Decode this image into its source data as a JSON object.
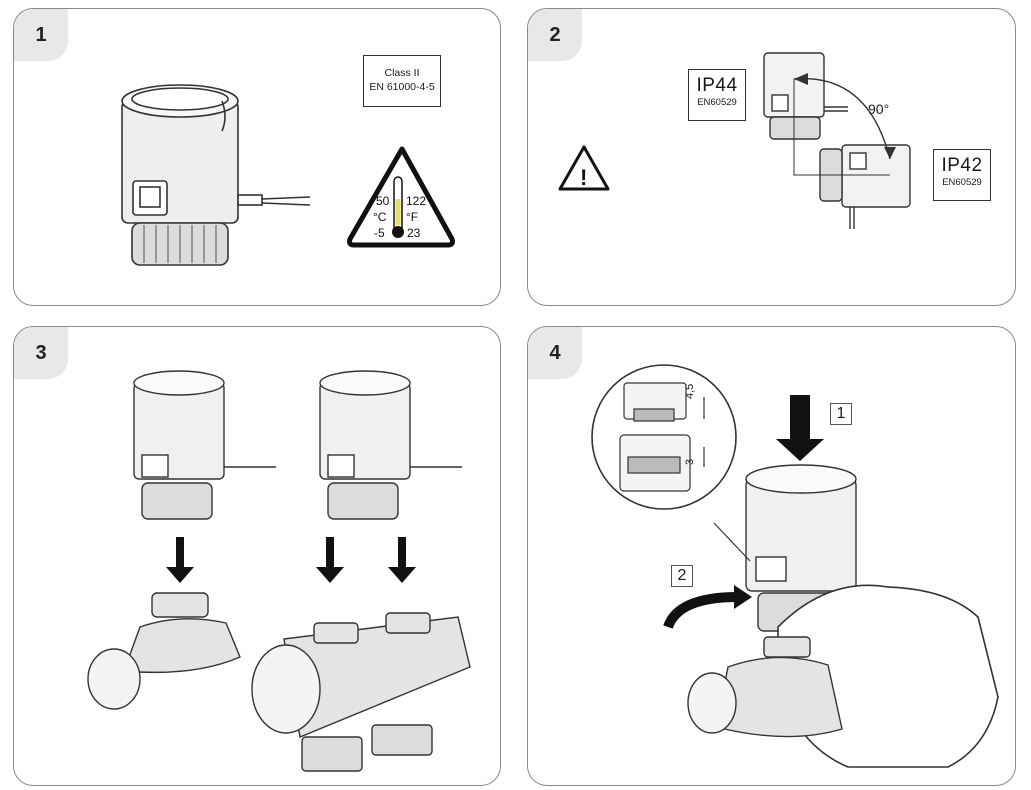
{
  "panels": [
    {
      "number": "1"
    },
    {
      "number": "2"
    },
    {
      "number": "3"
    },
    {
      "number": "4"
    }
  ],
  "p1": {
    "class_label": "Class II",
    "class_standard": "EN 61000-4-5",
    "temp": {
      "c_high": "50",
      "f_high": "122",
      "c_unit": "°C",
      "f_unit": "°F",
      "c_low": "-5",
      "f_low": "23"
    }
  },
  "p2": {
    "ip_top": {
      "rating": "IP44",
      "standard": "EN60529"
    },
    "ip_bottom": {
      "rating": "IP42",
      "standard": "EN60529"
    },
    "angle": "90°",
    "warning_mark": "!"
  },
  "p4": {
    "step1": "1",
    "step2": "2",
    "dim_top": "4,5",
    "dim_bottom": "3"
  },
  "colors": {
    "outline": "#333333",
    "panel_border": "#8a8a8a",
    "tab_bg": "#e8e8e8",
    "highlight": "#e8dc6a"
  }
}
